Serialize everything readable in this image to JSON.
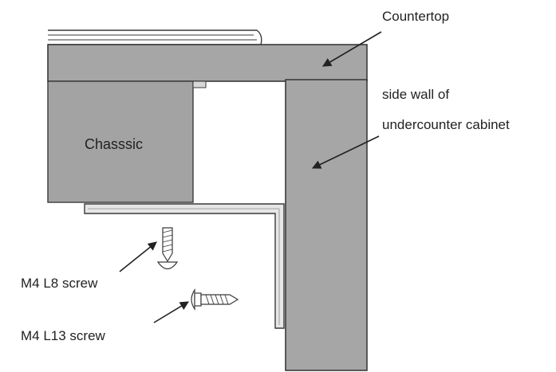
{
  "labels": {
    "countertop": "Countertop",
    "side_wall_line1": "side wall of",
    "side_wall_line2": "undercounter cabinet",
    "chassis": "Chasssic",
    "screw_m4_l8": "M4 L8 screw",
    "screw_m4_l13": "M4 L13 screw"
  },
  "colors": {
    "panel_fill": "#a6a6a6",
    "chassis_fill": "#a3a3a3",
    "bracket_fill": "#e6e6e6",
    "outline": "#3a3a3a",
    "text": "#222222",
    "background": "#ffffff"
  }
}
